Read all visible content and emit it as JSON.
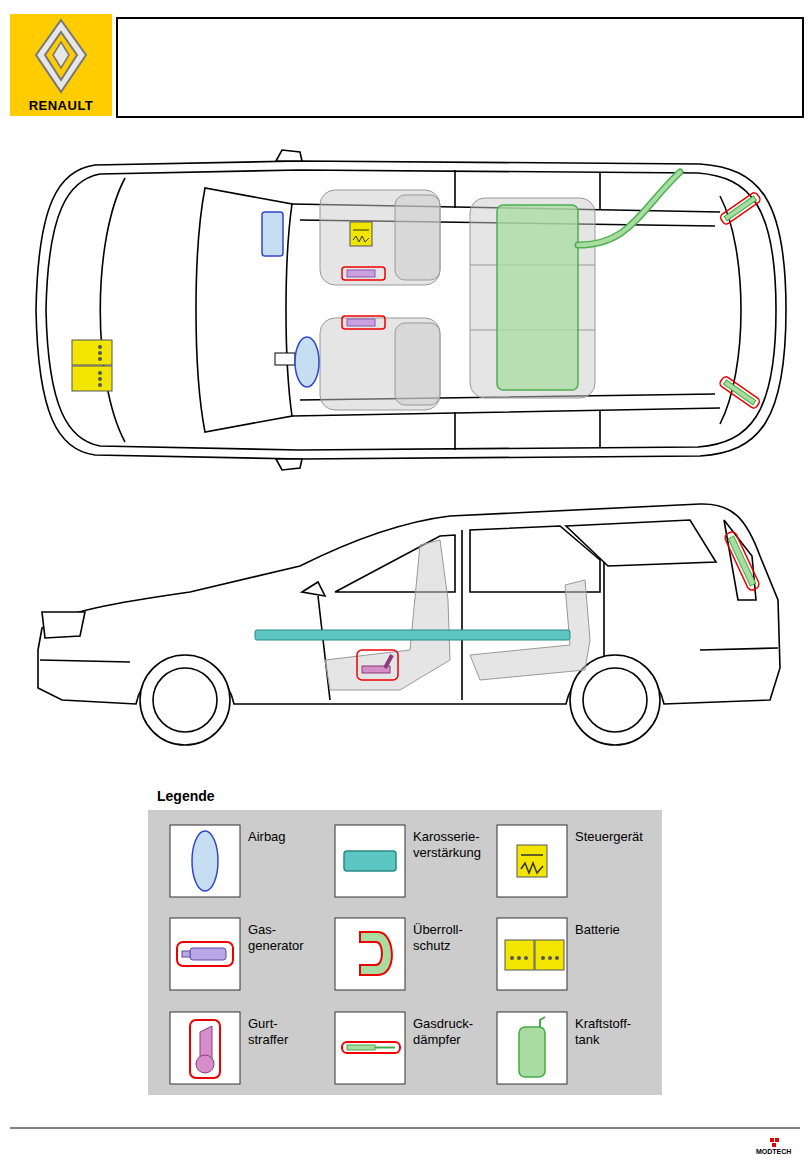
{
  "diagram": {
    "nodes": [
      {
        "text": [
          "RENAULT"
        ]
      }
    ],
    "labels": [
      "Legende",
      "MODTECH"
    ],
    "legend": [
      {
        "text": "Airbag"
      },
      {
        "text": "Karosserie- verstärkung"
      },
      {
        "text": "Steuergerät"
      },
      {
        "text": "Gas- generator"
      },
      {
        "text": "Überroll- schutz"
      },
      {
        "text": "Batterie"
      },
      {
        "text": "Gurt- straffer"
      },
      {
        "text": "Gasdruck- dämpfer"
      },
      {
        "text": "Kraftstoff- tank"
      }
    ]
  }
}
